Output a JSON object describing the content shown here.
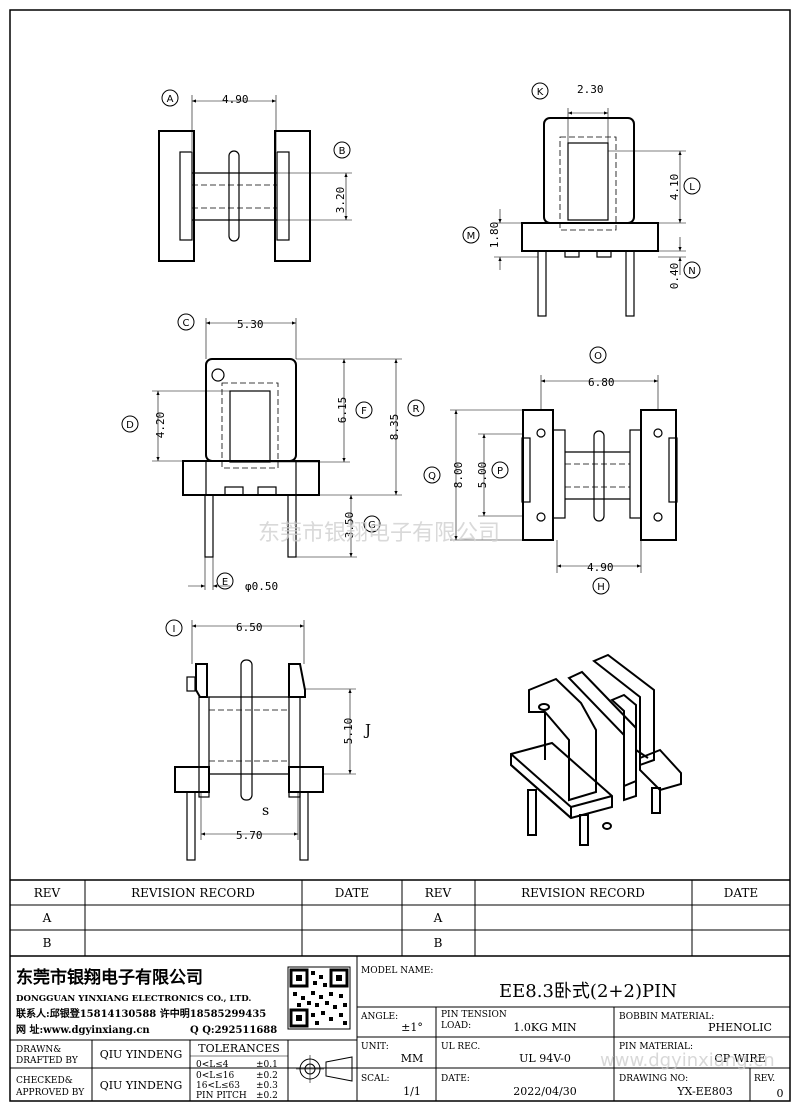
{
  "drawing": {
    "labels": {
      "A": "A",
      "B": "B",
      "C": "C",
      "D": "D",
      "E": "E",
      "F": "F",
      "G": "G",
      "H": "H",
      "I": "I",
      "J": "J",
      "K": "K",
      "L": "L",
      "M": "M",
      "N": "N",
      "O": "O",
      "Q": "Q",
      "R": "R",
      "S": "S"
    },
    "dims": {
      "A": "4.90",
      "B": "3.20",
      "K": "2.30",
      "L": "4.10",
      "M": "1.80",
      "N": "0.40",
      "C": "5.30",
      "D": "4.20",
      "F": "6.15",
      "R": "8.35",
      "G": "3.50",
      "E": "φ0.50",
      "O": "6.80",
      "Q": "8.00",
      "P": "5.00",
      "H": "4.90",
      "I": "6.50",
      "J": "5.10",
      "S": "5.70"
    },
    "watermark": "东莞市银翔电子有限公司"
  },
  "title_block": {
    "revision_table": {
      "headers": [
        "REV",
        "REVISION RECORD",
        "DATE",
        "REV",
        "REVISION RECORD",
        "DATE"
      ],
      "rows": [
        [
          "A",
          "",
          "",
          "A",
          "",
          ""
        ],
        [
          "B",
          "",
          "",
          "B",
          "",
          ""
        ]
      ]
    },
    "company": {
      "name_cn": "东莞市银翔电子有限公司",
      "name_en": "DONGGUAN YINXIANG ELECTRONICS CO., LTD.",
      "contact": "联系人:邱银登15814130588 许中明18585299435",
      "web_label": "网  址:www.dgyinxiang.cn",
      "qq": "Q  Q:292511688"
    },
    "model_name_label": "MODEL NAME:",
    "model_name": "EE8.3卧式(2+2)PIN",
    "angle_label": "ANGLE:",
    "angle": "±1°",
    "pin_tension_label": "PIN TENSION",
    "load_label": "LOAD:",
    "load": "1.0KG MIN",
    "bobbin_material_label": "BOBBIN MATERIAL:",
    "bobbin_material": "PHENOLIC",
    "unit_label": "UNIT:",
    "unit": "MM",
    "ul_rec_label": "UL REC.",
    "ul_rec": "UL 94V-0",
    "pin_material_label": "PIN MATERIAL:",
    "pin_material": "CP WIRE",
    "scale_label": "SCAL:",
    "scale": "1/1",
    "date_label": "DATE:",
    "date": "2022/04/30",
    "drawing_no_label": "DRAWING NO:",
    "drawing_no": "YX-EE803",
    "rev_label": "REV.",
    "rev": "0",
    "drawn_label_1": "DRAWN&",
    "drawn_label_2": "DRAFTED BY",
    "drawn_by": "QIU YINDENG",
    "checked_label_1": "CHECKED&",
    "checked_label_2": "APPROVED BY",
    "checked_by": "QIU YINDENG",
    "tolerances": {
      "title": "TOLERANCES",
      "rows": [
        [
          "0<L≤4",
          "±0.1"
        ],
        [
          "0<L≤16",
          "±0.2"
        ],
        [
          "16<L≤63",
          "±0.3"
        ],
        [
          "PIN PITCH",
          "±0.2"
        ]
      ]
    },
    "watermark_url": "www.dgyinxiang.cn"
  }
}
